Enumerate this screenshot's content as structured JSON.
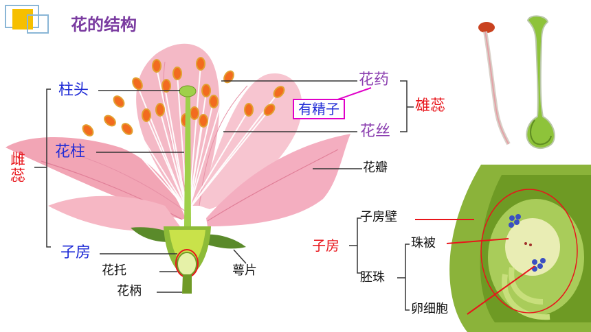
{
  "title": "花的结构",
  "colors": {
    "title": "#7a3ba0",
    "pistil_labels": "#1f2bd6",
    "stamen_labels": "#8b3fb0",
    "group_labels": "#e8151b",
    "highlight_box": "#e000c8",
    "accent_square": "#f6bf00"
  },
  "labels": {
    "stigma": "柱头",
    "style": "花柱",
    "ovary": "子房",
    "pistil": "雌蕊",
    "receptacle": "花托",
    "pedicel": "花柄",
    "sepal": "萼片",
    "petal": "花瓣",
    "anther": "花药",
    "filament": "花丝",
    "stamen": "雄蕊",
    "has_sperm": "有精子"
  },
  "ovary_detail": {
    "group": "子房",
    "ovary_wall": "子房壁",
    "ovule": "胚珠",
    "integument": "珠被",
    "egg_cell": "卵细胞"
  }
}
